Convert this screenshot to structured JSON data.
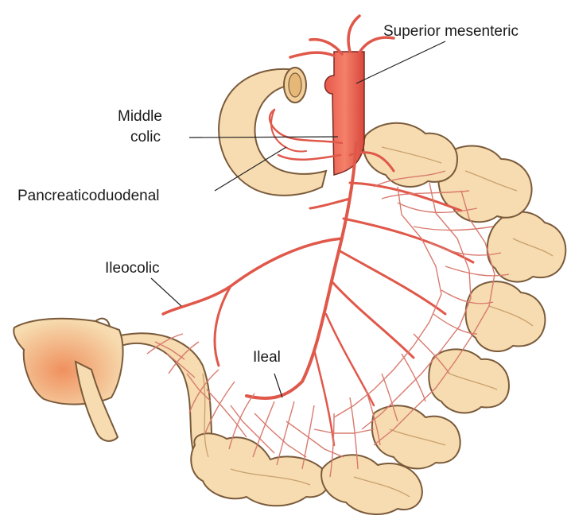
{
  "labels": {
    "superior_mesenteric": "Superior mesenteric",
    "middle_colic_line1": "Middle",
    "middle_colic_line2": "colic",
    "pancreaticoduodenal": "Pancreaticoduodenal",
    "ileocolic": "Ileocolic",
    "ileal": "Ileal"
  },
  "colors": {
    "bowel_fill": "#f6dcb0",
    "bowel_shade": "#e8c08c",
    "bowel_outline": "#7a5a3a",
    "artery": "#e0584a",
    "artery_dark": "#c8362e",
    "arcade": "#d97a6e",
    "cecum_tint": "#f2a070"
  }
}
